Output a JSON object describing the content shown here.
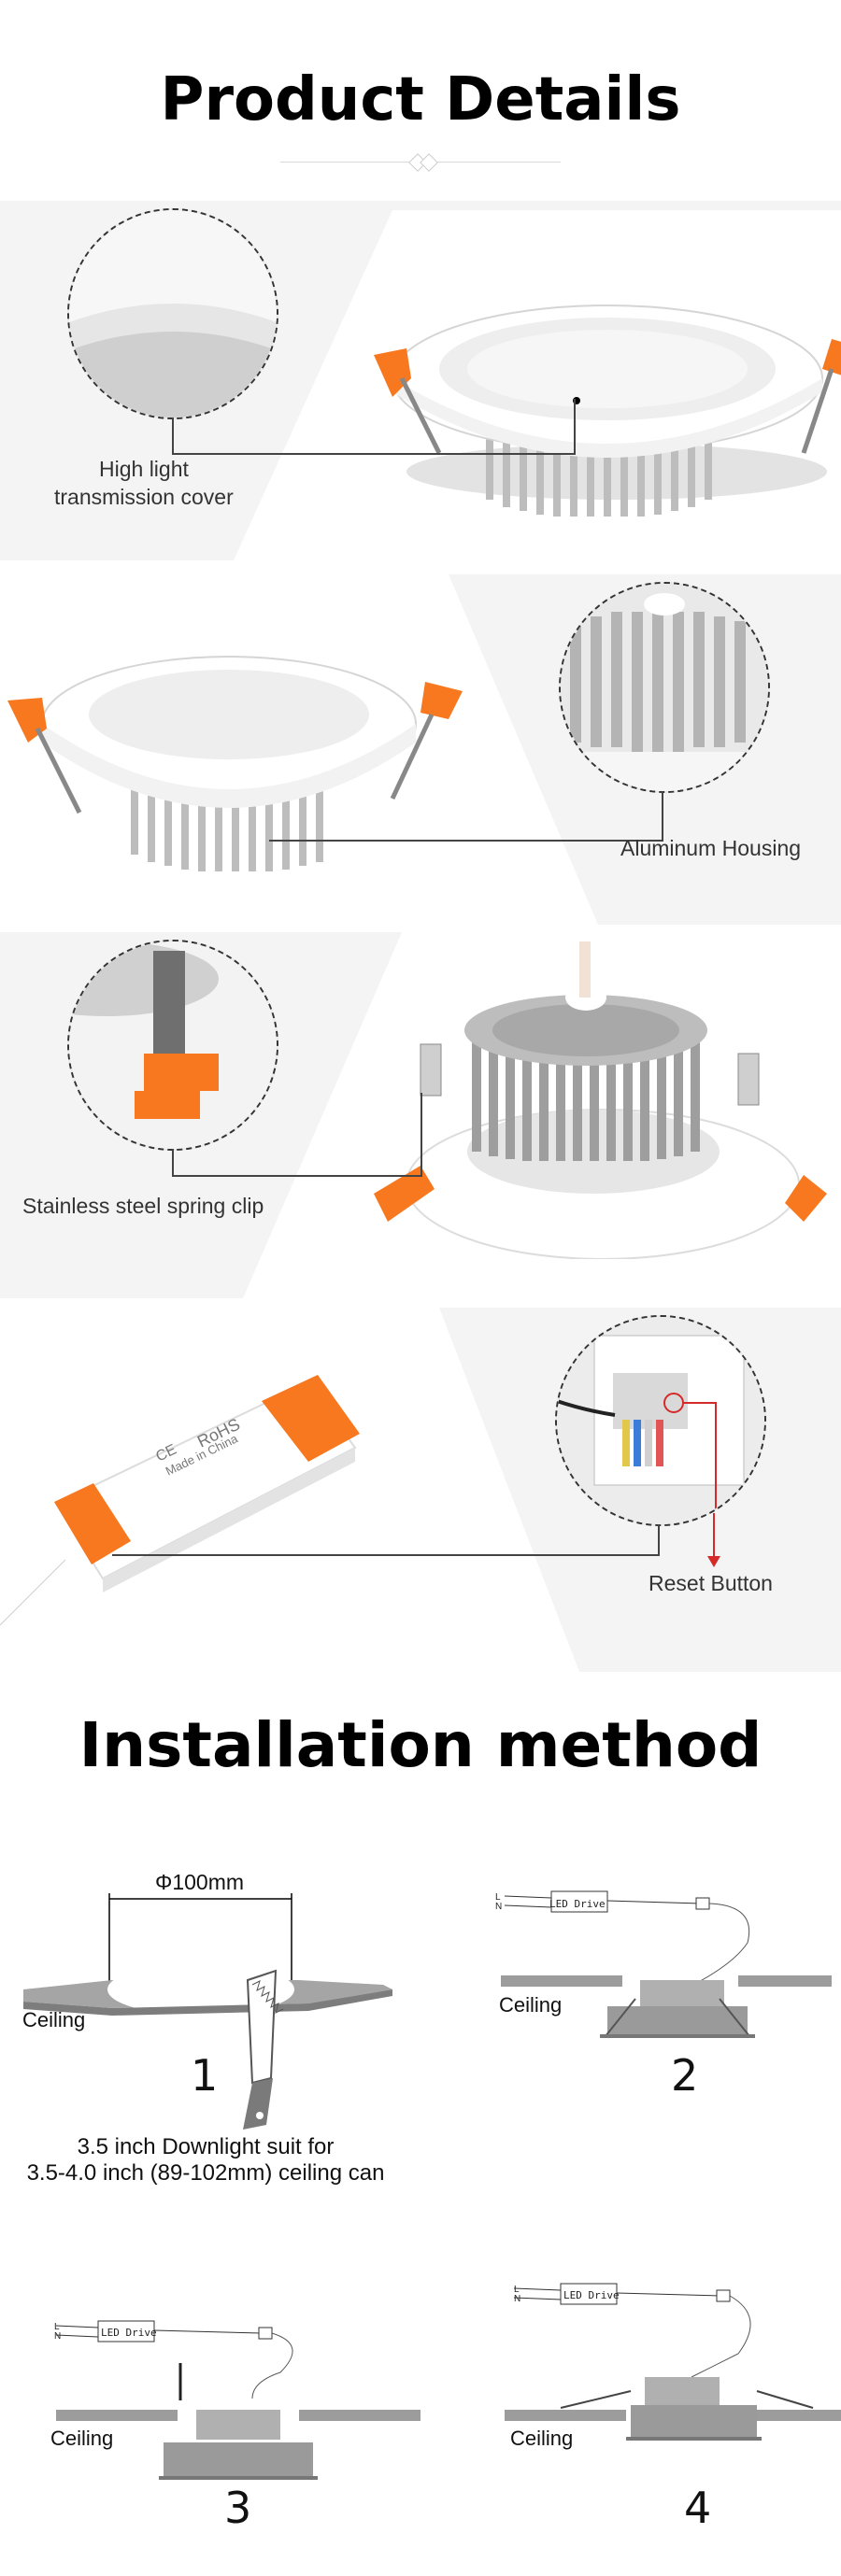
{
  "sections": {
    "product_details_title": "Product Details",
    "installation_title": "Installation method"
  },
  "features": [
    {
      "label_line1": "High light",
      "label_line2": "transmission cover"
    },
    {
      "label": "Aluminum Housing"
    },
    {
      "label": "Stainless steel spring clip"
    },
    {
      "label": "Reset Button"
    }
  ],
  "driver_text": {
    "brand": "RoHS",
    "marks": "CE",
    "made_in": "Made in China"
  },
  "installation": {
    "dimension": "Φ100mm",
    "ceiling_label": "Ceiling",
    "driver_label": "LED Drive",
    "wire_l": "L",
    "wire_n": "N",
    "note_line1": "3.5 inch Downlight suit for",
    "note_line2": "3.5-4.0 inch (89-102mm) ceiling can",
    "steps": [
      "1",
      "2",
      "3",
      "4"
    ]
  },
  "colors": {
    "accent_orange": "#f7781e",
    "reset_arrow_red": "#d42a2a",
    "panel_gray": "#f6f6f7",
    "ceiling_gray": "#9c9c9c"
  }
}
